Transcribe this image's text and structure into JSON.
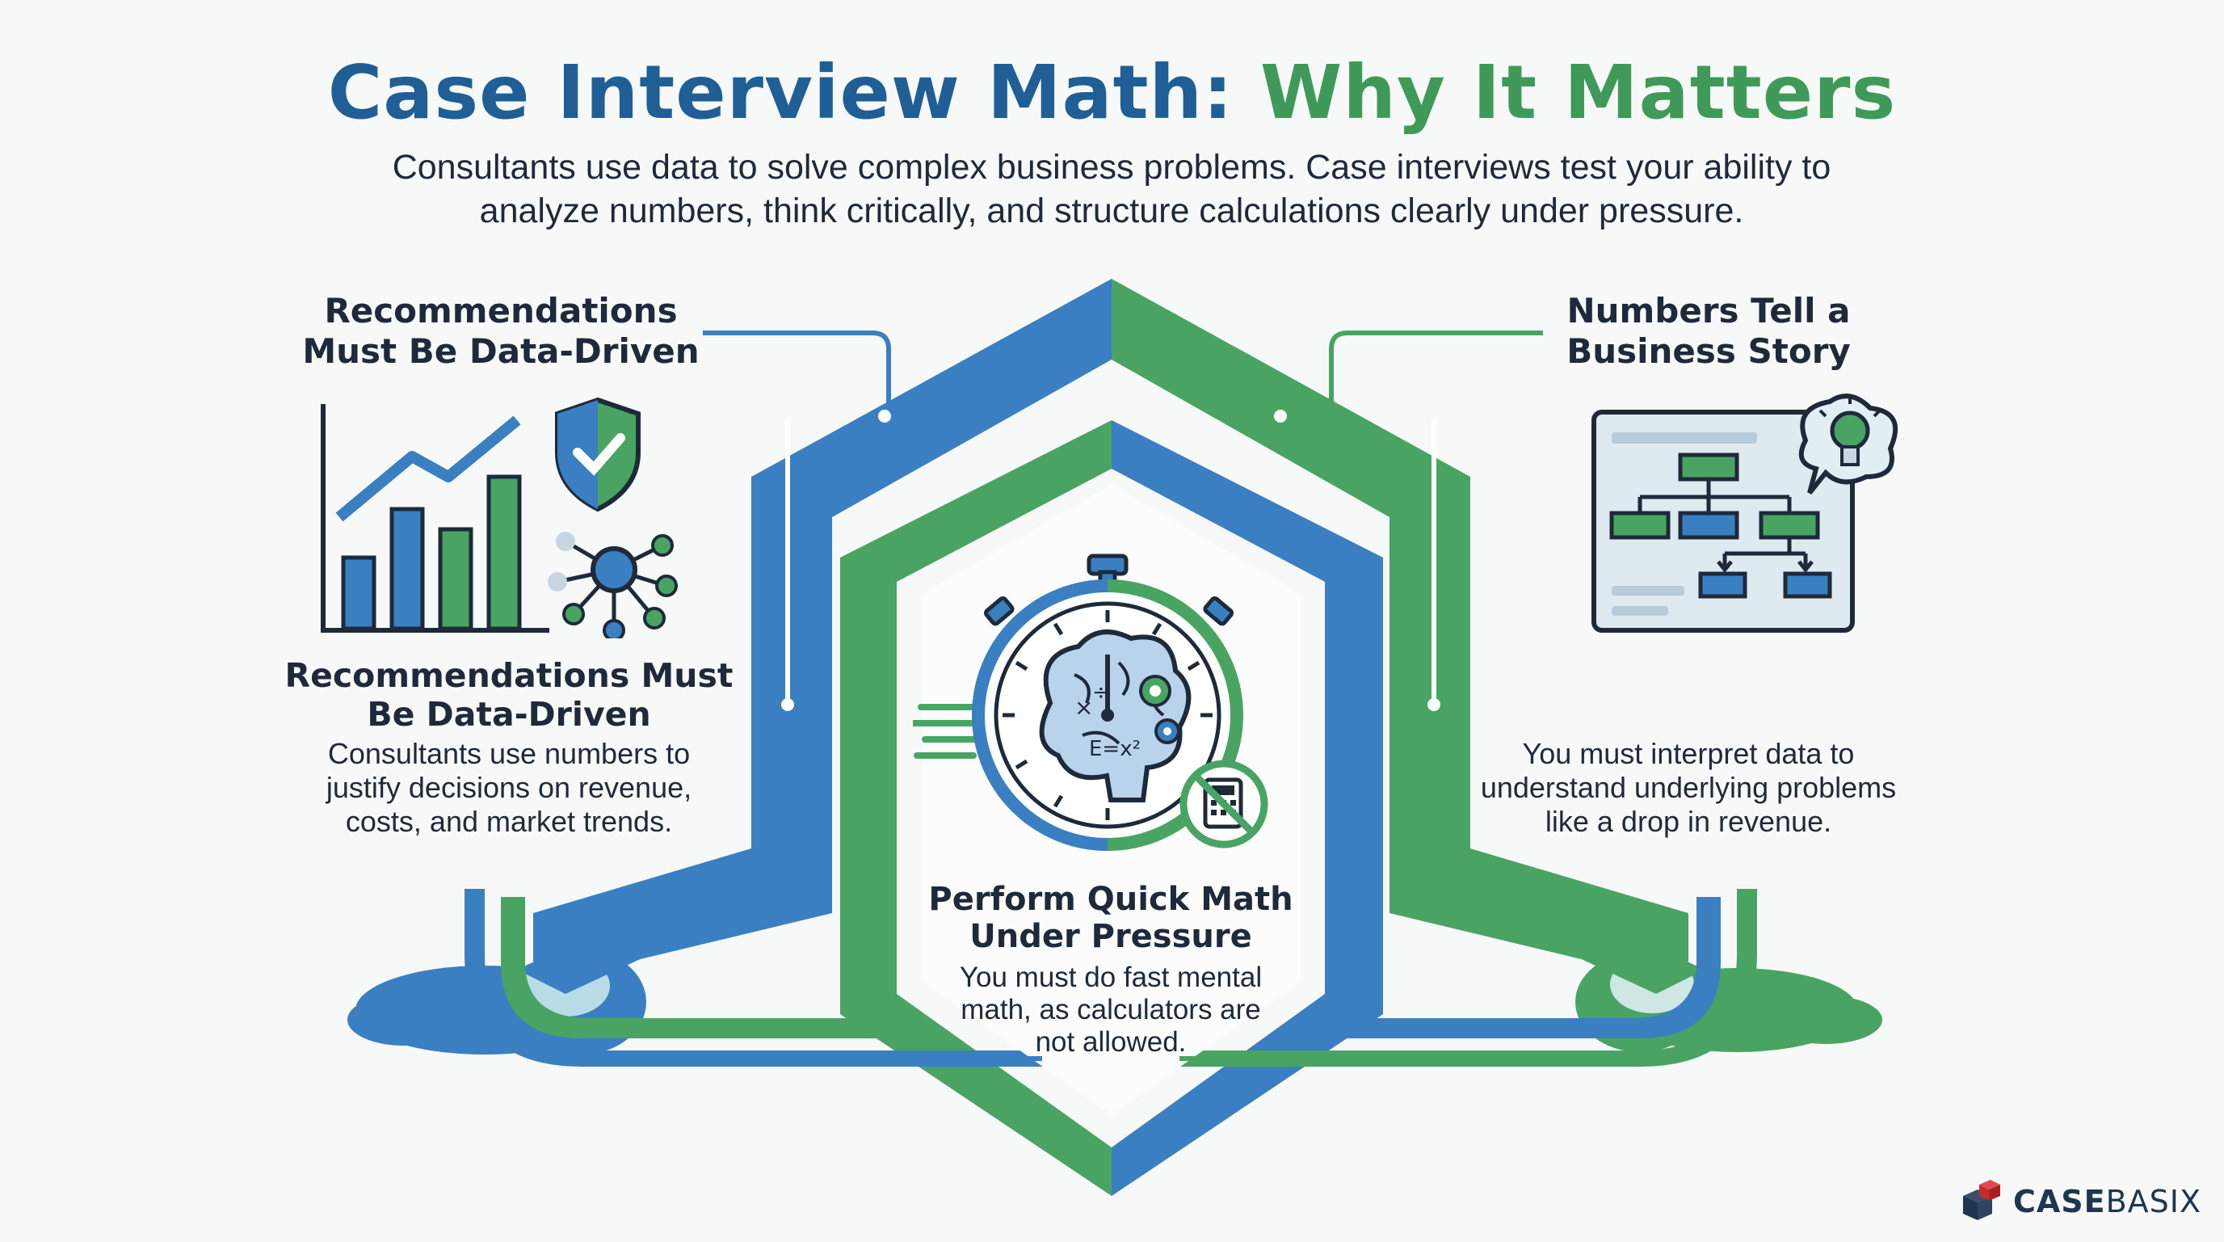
{
  "title": {
    "part1": "Case Interview Math:",
    "part2": "Why It Matters"
  },
  "subtitle": {
    "line1": "Consultants use data to solve complex business problems. Case interviews test your ability to",
    "line2": "analyze numbers, think critically, and structure calculations clearly under pressure."
  },
  "left": {
    "top_heading_line1": "Recommendations",
    "top_heading_line2": "Must Be Data-Driven",
    "heading_line1": "Recommendations Must",
    "heading_line2": "Be Data-Driven",
    "body_line1": "Consultants use numbers to",
    "body_line2": "justify decisions on revenue,",
    "body_line3": "costs, and market trends."
  },
  "right": {
    "heading_line1": "Numbers Tell a",
    "heading_line2": "Business Story",
    "body_line1": "You must interpret data to",
    "body_line2": "understand underlying problems",
    "body_line3": "like a drop in revenue."
  },
  "center": {
    "heading_line1": "Perform Quick Math",
    "heading_line2": "Under Pressure",
    "body_line1": "You must do fast mental",
    "body_line2": "math, as calculators are",
    "body_line3": "not allowed.",
    "brain_formula": "E=x²",
    "brain_divide": "÷",
    "brain_times": "×"
  },
  "brand": {
    "name_bold": "CASE",
    "name_light": "BASIX"
  },
  "colors": {
    "blue": "#3a7fc1",
    "green": "#49a463",
    "dark_blue": "#1f5f96",
    "title_green": "#3f9a5a",
    "navy": "#1e2a3a",
    "red_logo": "#c62a2f"
  },
  "icons": [
    "bar-chart-icon",
    "shield-check-icon",
    "network-icon",
    "stopwatch-icon",
    "brain-icon",
    "gear-icon",
    "no-calculator-icon",
    "flowchart-icon",
    "lightbulb-icon",
    "casebasix-logo-icon"
  ]
}
